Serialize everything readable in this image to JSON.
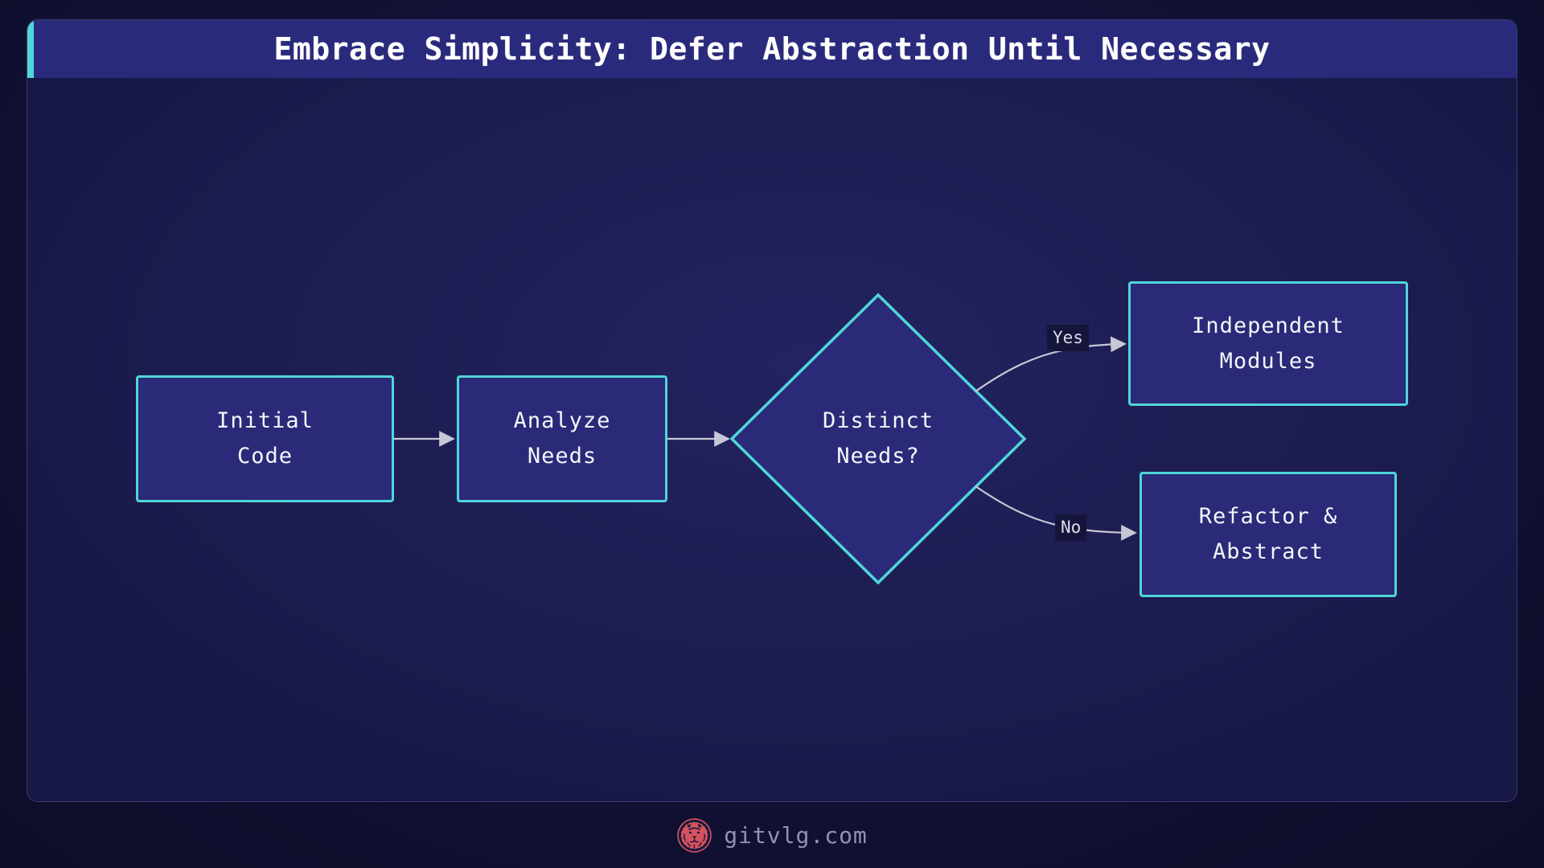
{
  "header": {
    "title": "Embrace Simplicity: Defer Abstraction Until Necessary"
  },
  "diagram": {
    "type": "flowchart",
    "direction": "left-to-right",
    "nodes": [
      {
        "id": "initial-code",
        "shape": "rectangle",
        "lines": [
          "Initial",
          "Code"
        ]
      },
      {
        "id": "analyze-needs",
        "shape": "rectangle",
        "lines": [
          "Analyze",
          "Needs"
        ]
      },
      {
        "id": "distinct-needs",
        "shape": "diamond",
        "lines": [
          "Distinct",
          "Needs?"
        ]
      },
      {
        "id": "independent-modules",
        "shape": "rectangle",
        "lines": [
          "Independent",
          "Modules"
        ]
      },
      {
        "id": "refactor-abstract",
        "shape": "rectangle",
        "lines": [
          "Refactor &",
          "Abstract"
        ]
      }
    ],
    "edges": [
      {
        "from": "initial-code",
        "to": "analyze-needs",
        "label": ""
      },
      {
        "from": "analyze-needs",
        "to": "distinct-needs",
        "label": ""
      },
      {
        "from": "distinct-needs",
        "to": "independent-modules",
        "label": "Yes"
      },
      {
        "from": "distinct-needs",
        "to": "refactor-abstract",
        "label": "No"
      }
    ],
    "edge_labels": {
      "yes": "Yes",
      "no": "No"
    }
  },
  "footer": {
    "site": "gitvlg.com",
    "logo_icon": "lion-emblem"
  },
  "colors": {
    "page_bg": "#111134",
    "panel_bg": "#1d1d52",
    "panel_border": "#3a3a72",
    "header_bar": "#2a2a7c",
    "accent": "#4fd6da",
    "node_fill": "#2a2a78",
    "node_border": "#4fd6da",
    "node_text": "#f5f5fa",
    "title_text": "#ffffff",
    "arrow": "#c7c7d6",
    "edge_label_bg": "#15153c",
    "edge_label_text": "#dcdce8",
    "footer_text": "#8f93ae",
    "logo_red": "#d5535c"
  }
}
